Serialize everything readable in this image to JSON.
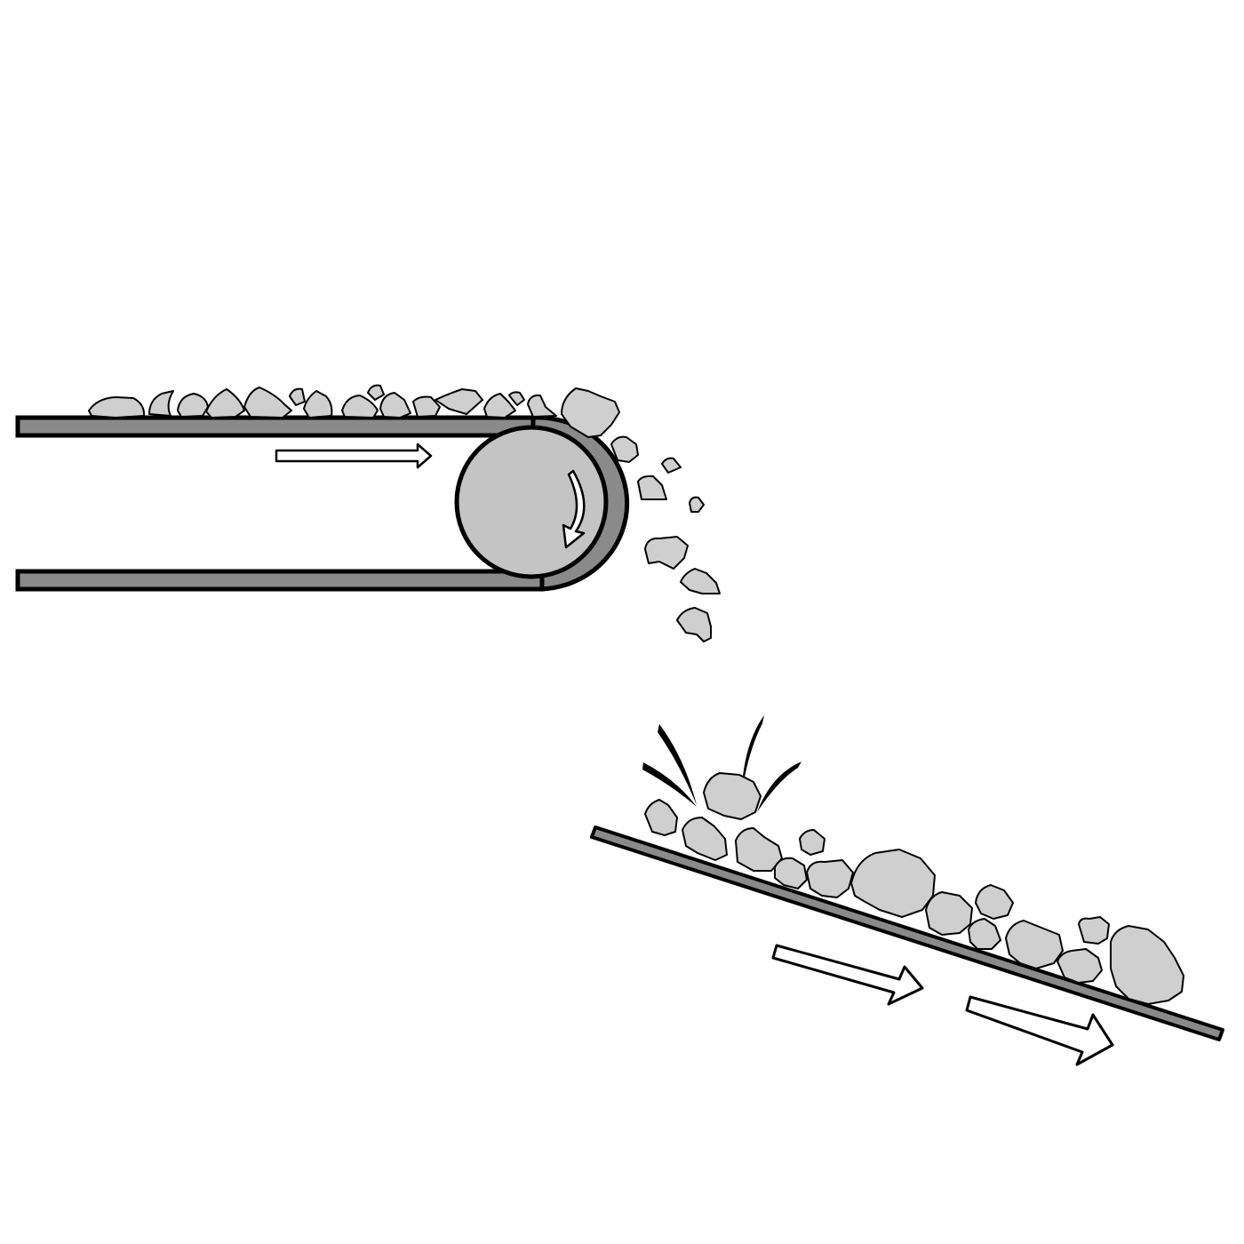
{
  "diagram": {
    "description_visible_text": "",
    "components": [
      {
        "name": "conveyor-belt",
        "kind": "belt"
      },
      {
        "name": "head-pulley",
        "kind": "pulley"
      },
      {
        "name": "falling-material",
        "kind": "rocks"
      },
      {
        "name": "inclined-chute",
        "kind": "chute"
      },
      {
        "name": "impact-splash",
        "kind": "spray"
      }
    ],
    "arrows": [
      {
        "name": "belt-direction-arrow",
        "direction": "right"
      },
      {
        "name": "pulley-rotation-arrow",
        "direction": "clockwise"
      },
      {
        "name": "chute-flow-arrow-1",
        "direction": "down-right"
      },
      {
        "name": "chute-flow-arrow-2",
        "direction": "down-right"
      }
    ]
  },
  "colors": {
    "belt": "#8a8a8a",
    "pulley": "#c4c4c4",
    "rock": "#cfcfcf",
    "outline": "#000000",
    "arrow_fill": "#ffffff"
  }
}
